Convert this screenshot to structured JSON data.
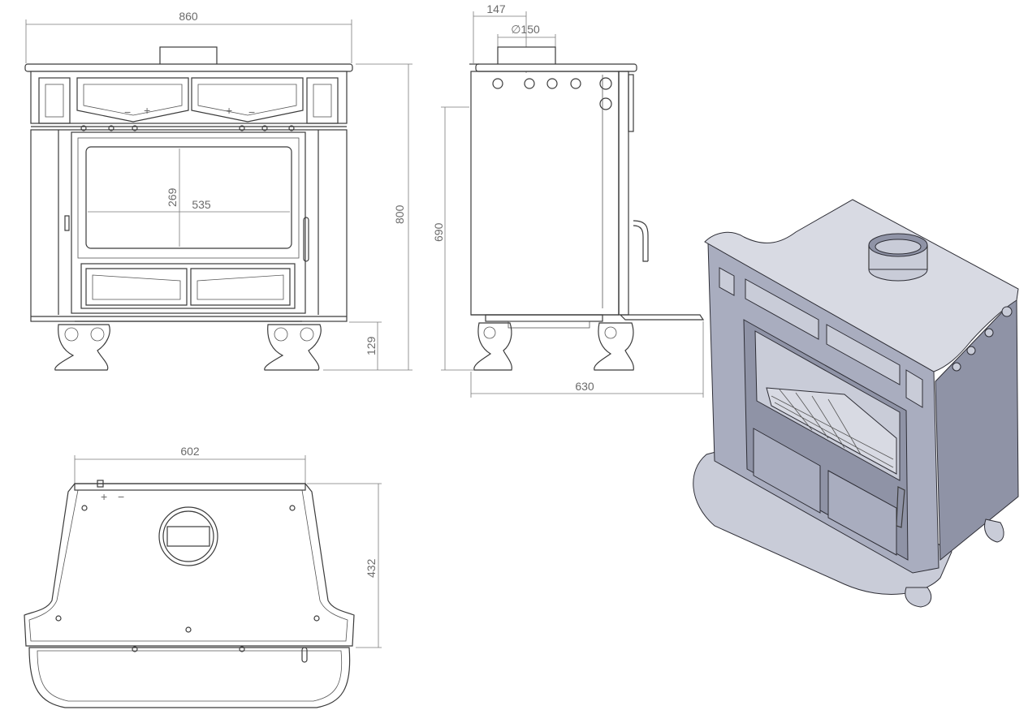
{
  "dimensions": {
    "front_width": "860",
    "front_height": "800",
    "front_leg_height": "129",
    "window_height": "269",
    "window_width": "535",
    "side_flue_offset": "147",
    "side_flue_diameter": "∅150",
    "side_body_height": "690",
    "side_depth": "630",
    "top_width": "602",
    "top_depth": "432"
  },
  "front_markings": {
    "left_plus": "+",
    "left_minus": "−",
    "right_plus": "+",
    "right_minus": "−"
  },
  "top_markings": {
    "plus": "+",
    "minus": "−"
  }
}
